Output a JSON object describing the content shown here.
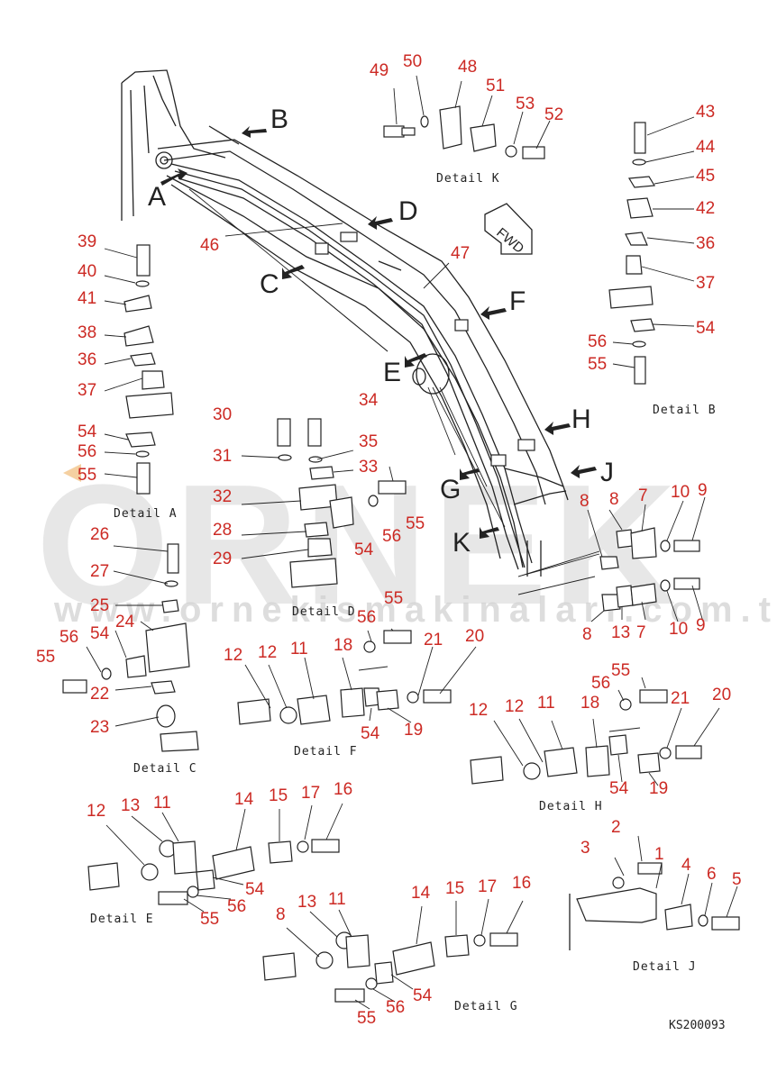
{
  "watermark": {
    "brand": "ORNEK",
    "url": "www.ornekismakinalari.com.tr"
  },
  "fwd_label": "FWD",
  "drawing_code": "KS200093",
  "view_letters": [
    "A",
    "B",
    "C",
    "D",
    "E",
    "F",
    "G",
    "H",
    "J",
    "K"
  ],
  "details": [
    "Detail A",
    "Detail B",
    "Detail C",
    "Detail D",
    "Detail E",
    "Detail F",
    "Detail G",
    "Detail H",
    "Detail J",
    "Detail K"
  ],
  "part_numbers": [
    "49",
    "50",
    "48",
    "51",
    "53",
    "52",
    "43",
    "44",
    "45",
    "42",
    "36",
    "37",
    "54",
    "56",
    "55",
    "39",
    "40",
    "41",
    "38",
    "36",
    "37",
    "54",
    "56",
    "55",
    "30",
    "34",
    "31",
    "35",
    "33",
    "32",
    "55",
    "28",
    "54",
    "56",
    "29",
    "46",
    "47",
    "26",
    "27",
    "25",
    "24",
    "54",
    "56",
    "55",
    "22",
    "23",
    "8",
    "8",
    "7",
    "10",
    "9",
    "8",
    "13",
    "7",
    "10",
    "9",
    "55",
    "56",
    "18",
    "21",
    "20",
    "12",
    "12",
    "11",
    "54",
    "19",
    "55",
    "56",
    "21",
    "20",
    "12",
    "12",
    "11",
    "18",
    "54",
    "19",
    "12",
    "13",
    "11",
    "14",
    "15",
    "17",
    "16",
    "54",
    "56",
    "55",
    "2",
    "3",
    "1",
    "4",
    "6",
    "5",
    "8",
    "13",
    "11",
    "14",
    "15",
    "17",
    "16",
    "54",
    "56",
    "55"
  ]
}
